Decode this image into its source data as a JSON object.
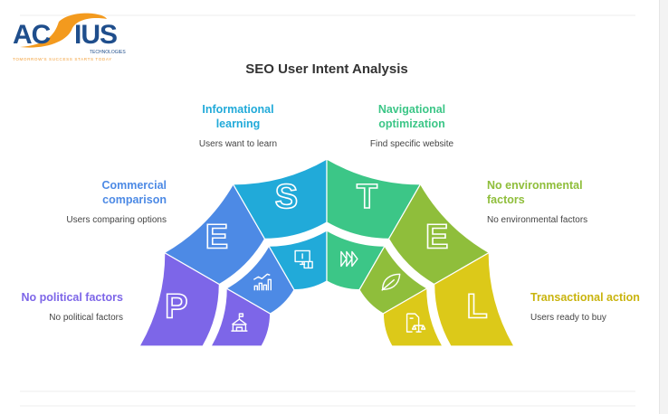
{
  "logo": {
    "text": "ACSIUS",
    "sub": "TECHNOLOGIES",
    "tagline": "TOMORROW'S SUCCESS STARTS TODAY"
  },
  "title": "SEO User Intent Analysis",
  "colors": {
    "purple": "#7d66e8",
    "blue": "#4d8ae5",
    "cyan": "#21aad9",
    "green": "#3cc687",
    "lime": "#8fbe3b",
    "yellow": "#dcc919"
  },
  "segments": [
    {
      "letter": "P",
      "icon": "government-building-icon",
      "color": "#7d66e8",
      "heading": "No political factors",
      "subtitle": "No political factors"
    },
    {
      "letter": "E",
      "icon": "chart-growth-icon",
      "color": "#4d8ae5",
      "heading": "Commercial comparison",
      "subtitle": "Users comparing options"
    },
    {
      "letter": "S",
      "icon": "monitor-book-icon",
      "color": "#21aad9",
      "heading": "Informational learning",
      "subtitle": "Users want to learn"
    },
    {
      "letter": "T",
      "icon": "fast-forward-icon",
      "color": "#3cc687",
      "heading": "Navigational optimization",
      "subtitle": "Find specific website"
    },
    {
      "letter": "E",
      "icon": "leaf-icon",
      "color": "#8fbe3b",
      "heading": "No environmental factors",
      "subtitle": "No environmental factors"
    },
    {
      "letter": "L",
      "icon": "legal-document-icon",
      "color": "#dcc919",
      "heading": "Transactional action",
      "subtitle": "Users ready to buy"
    }
  ]
}
